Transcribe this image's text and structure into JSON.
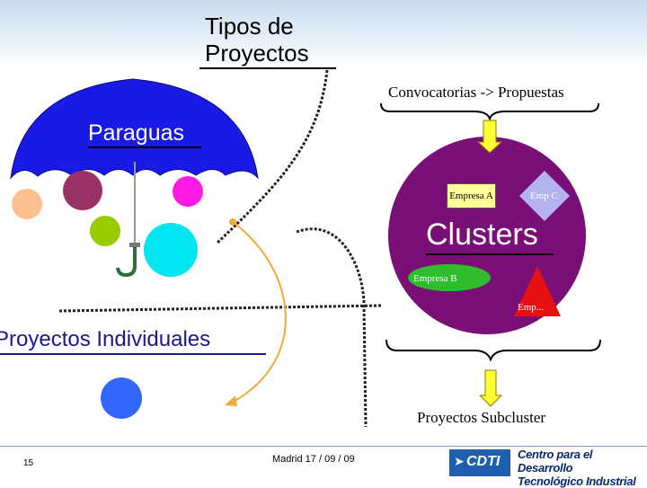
{
  "slide": {
    "title": "Tipos de\nProyectos",
    "page_number": "15",
    "date": "Madrid 17 / 09 / 09"
  },
  "labels": {
    "convocatorias": "Convocatorias -> Propuestas",
    "paraguas": "Paraguas",
    "clusters": "Clusters",
    "proyectos_individuales": "Proyectos Individuales",
    "proyectos_subcluster": "Proyectos Subcluster",
    "empresa_a": "Empresa A",
    "empresa_b": "Empresa B",
    "emp_c": "Emp C",
    "emp_etc": "Emp..."
  },
  "logo": {
    "acronym": "CDTI",
    "organization": "Centro para el Desarrollo\nTecnológico Industrial"
  },
  "colors": {
    "umbrella": "#1a1ae6",
    "cluster_circle": "#7a0f78",
    "arrow_yellow": "#ffff33",
    "curve_orange": "#f2a93b"
  }
}
